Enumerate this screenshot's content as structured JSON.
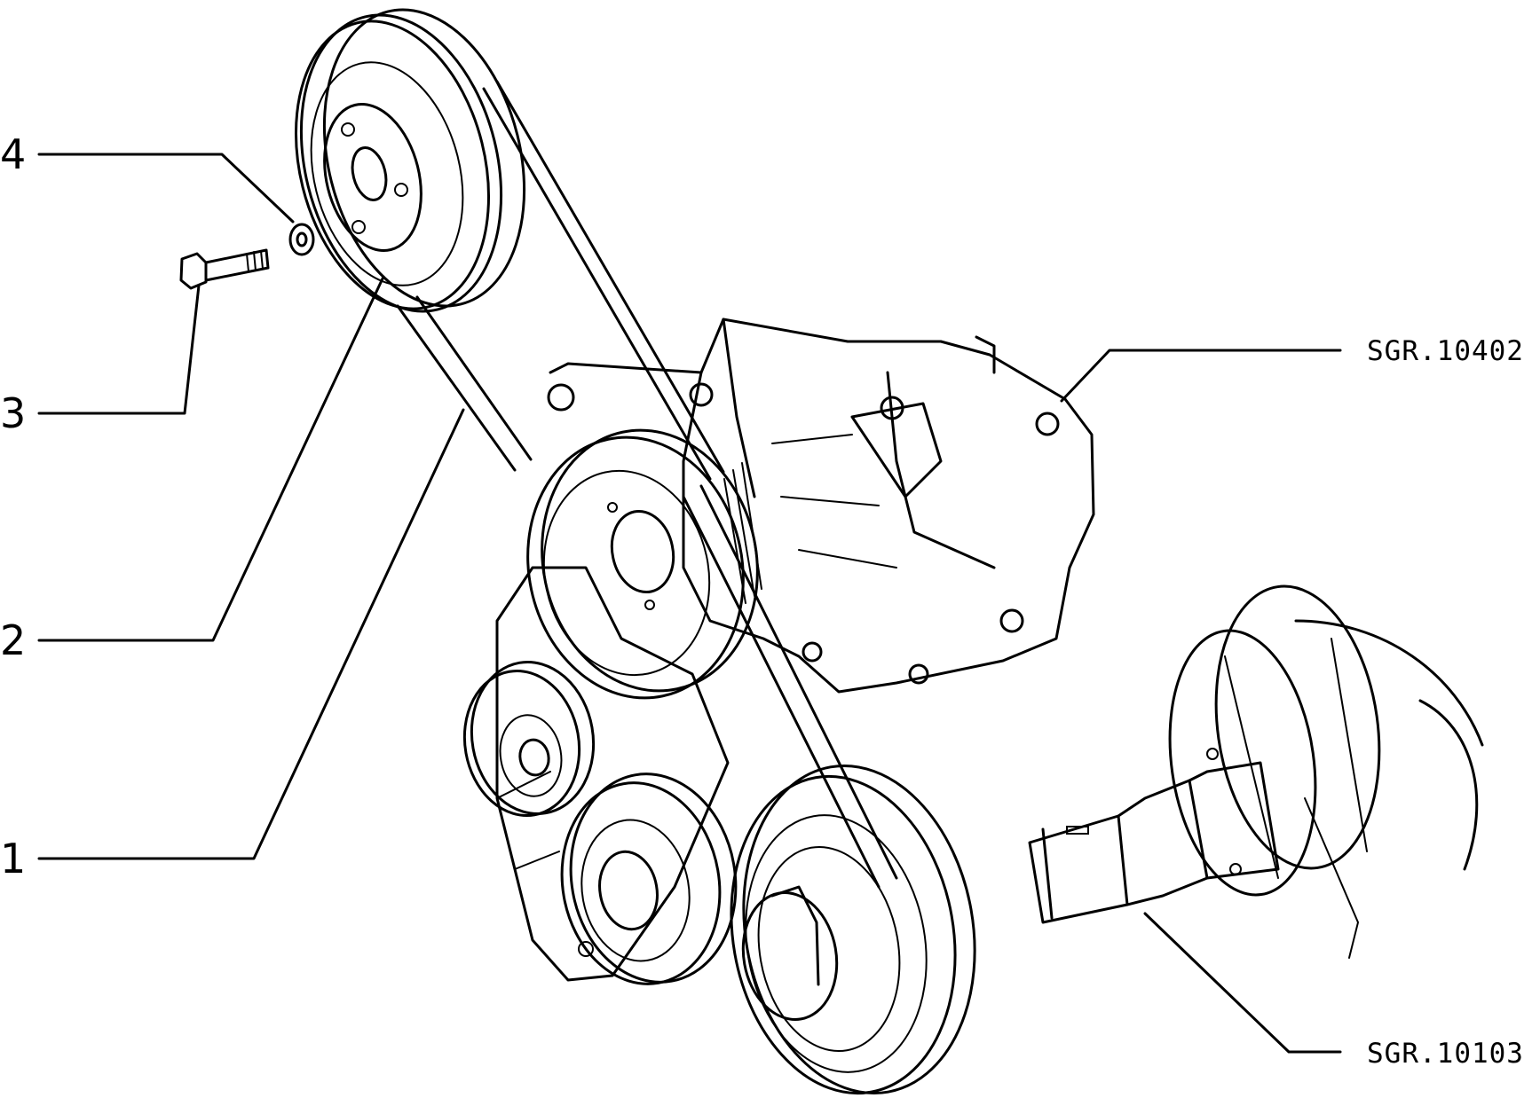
{
  "callouts": {
    "item_4": "4",
    "item_3": "3",
    "item_2": "2",
    "item_1": "1",
    "ref_pump": "SGR.10402",
    "ref_crank": "SGR.10103"
  }
}
